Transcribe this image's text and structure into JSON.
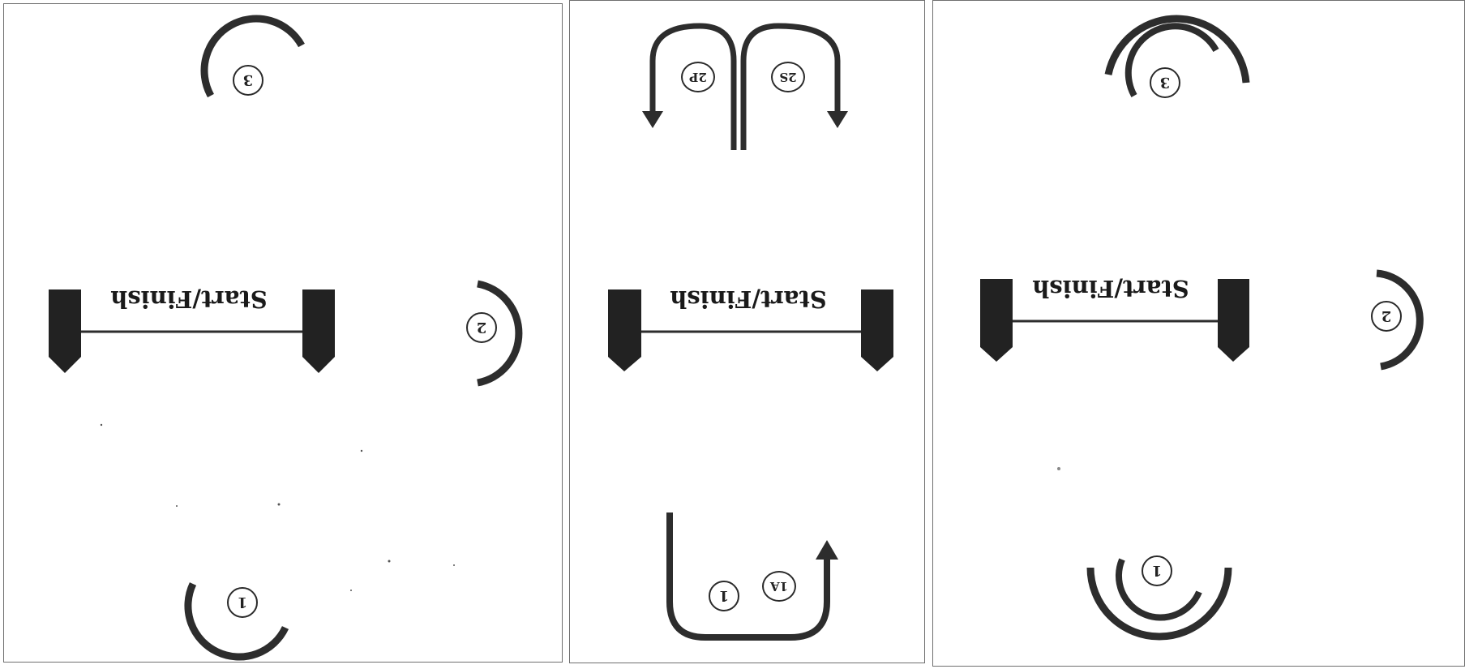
{
  "colors": {
    "ink": "#2d2d2d",
    "panel_border": "#6f6f6f",
    "background": "#ffffff"
  },
  "panels": [
    {
      "start_label": "Start/Finish",
      "markers": [
        "1",
        "2",
        "3"
      ]
    },
    {
      "start_label": "Start/Finish",
      "markers": [
        "1",
        "1A",
        "2S",
        "2P"
      ]
    },
    {
      "start_label": "Start/Finish",
      "markers": [
        "1",
        "2",
        "3"
      ]
    }
  ],
  "orientation": "upside-down"
}
